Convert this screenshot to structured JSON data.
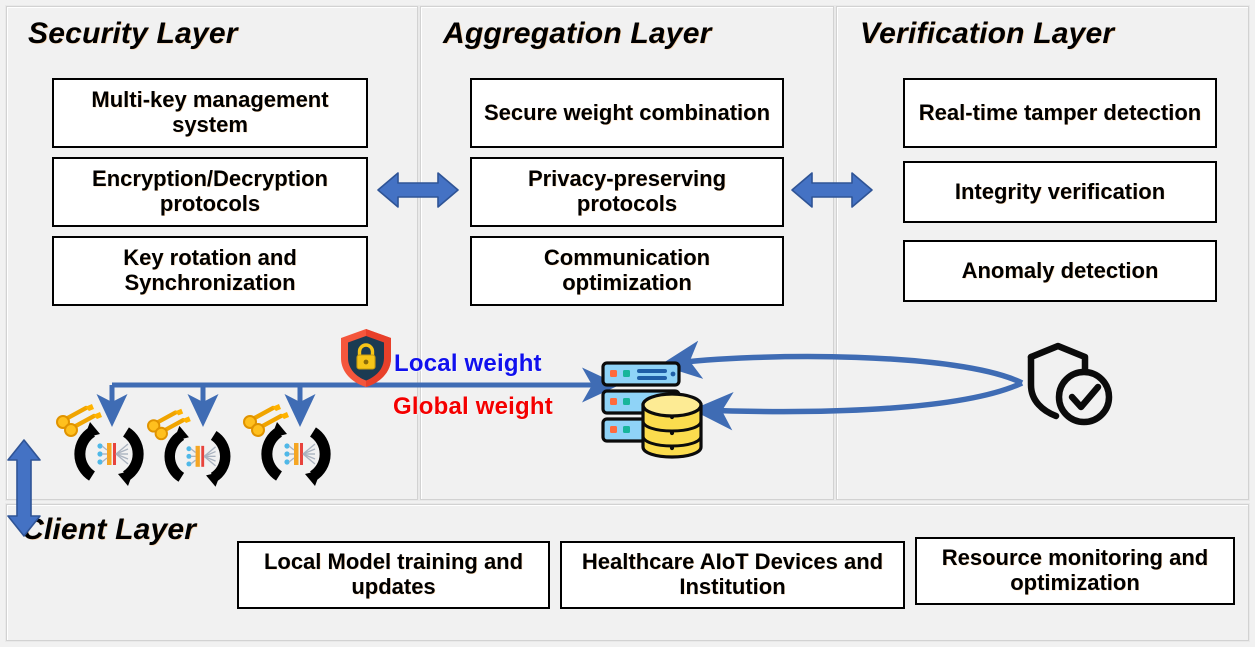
{
  "diagram": {
    "title": "Layered secure federated learning architecture",
    "background_color": "#f1f1f1",
    "accent_blue": "#3f6cb4",
    "local_weight_color": "#1010ee",
    "global_weight_color": "#f40000"
  },
  "layers": {
    "security": {
      "title": "Security Layer",
      "boxes": [
        "Multi-key management system",
        "Encryption/Decryption protocols",
        "Key rotation and Synchronization"
      ]
    },
    "aggregation": {
      "title": "Aggregation Layer",
      "boxes": [
        "Secure weight combination",
        "Privacy-preserving protocols",
        "Communication optimization"
      ]
    },
    "verification": {
      "title": "Verification Layer",
      "boxes": [
        "Real-time tamper detection",
        "Integrity verification",
        "Anomaly detection"
      ]
    },
    "client": {
      "title": "Client Layer",
      "boxes": [
        "Local Model training and updates",
        "Healthcare AIoT Devices and Institution",
        "Resource monitoring and optimization"
      ]
    }
  },
  "flow_labels": {
    "local_weight": "Local weight",
    "global_weight": "Global weight"
  },
  "icons": {
    "shield_lock": "shield-lock-icon",
    "server_database": "server-database-icon",
    "shield_check": "shield-check-icon",
    "client_node": "client-training-node-icon"
  },
  "connectors": {
    "security_aggregation": "bidirectional",
    "aggregation_verification": "bidirectional",
    "client_layer_link": "bidirectional-vertical",
    "verification_feedback_loop": "elliptical-return"
  }
}
